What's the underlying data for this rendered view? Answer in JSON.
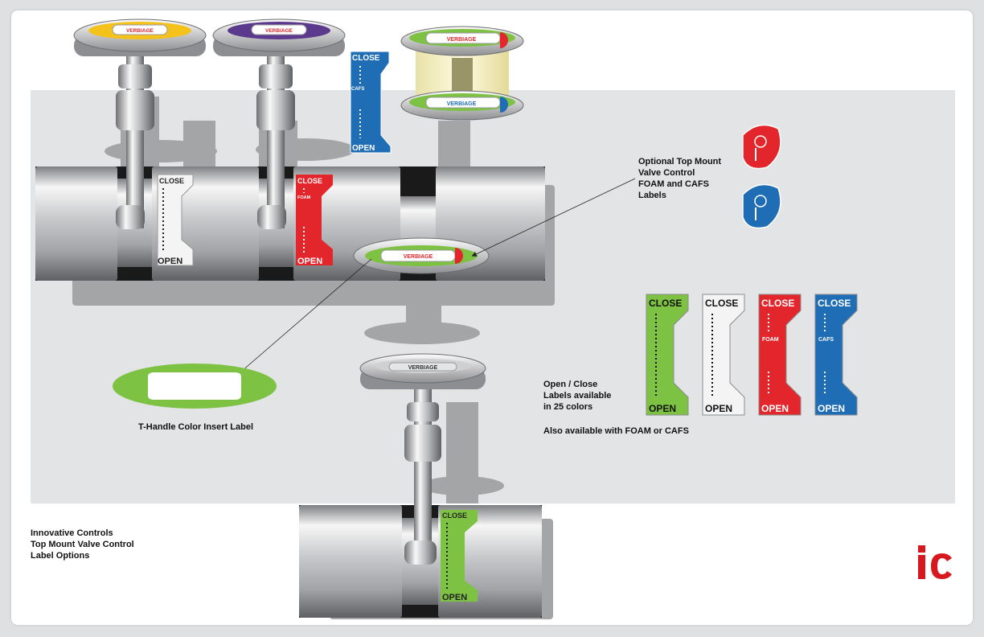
{
  "labels": {
    "verbiage": "VERBIAGE",
    "close": "CLOSE",
    "open": "OPEN",
    "foam": "FOAM",
    "cafs": "CAFS"
  },
  "callouts": {
    "optional_top_mount": [
      "Optional Top Mount",
      "Valve Control",
      "FOAM and CAFS",
      "Labels"
    ],
    "tinsert": "T-Handle Color Insert Label",
    "available": [
      "Open / Close",
      "Labels available",
      "in 25 colors"
    ],
    "also_available": "Also available with FOAM or CAFS"
  },
  "caption": [
    "Innovative Controls",
    "Top Mount Valve Control",
    "Label Options"
  ],
  "logo": {
    "text": "ic",
    "color": "#d7191f"
  },
  "colors": {
    "green": "#7dc243",
    "white": "#f4f4f4",
    "red": "#e2262b",
    "blue": "#1f6db5",
    "yellow": "#f4c21a",
    "purple": "#5b3a8e",
    "panel": "#e3e4e5",
    "shadow": "#a8a9ab",
    "steel_light": "#f2f2f2",
    "steel_dark": "#7c7d80"
  },
  "swatches": [
    {
      "color": "green",
      "variant": "plain"
    },
    {
      "color": "white",
      "variant": "plain"
    },
    {
      "color": "red",
      "variant": "foam"
    },
    {
      "color": "blue",
      "variant": "cafs"
    }
  ]
}
